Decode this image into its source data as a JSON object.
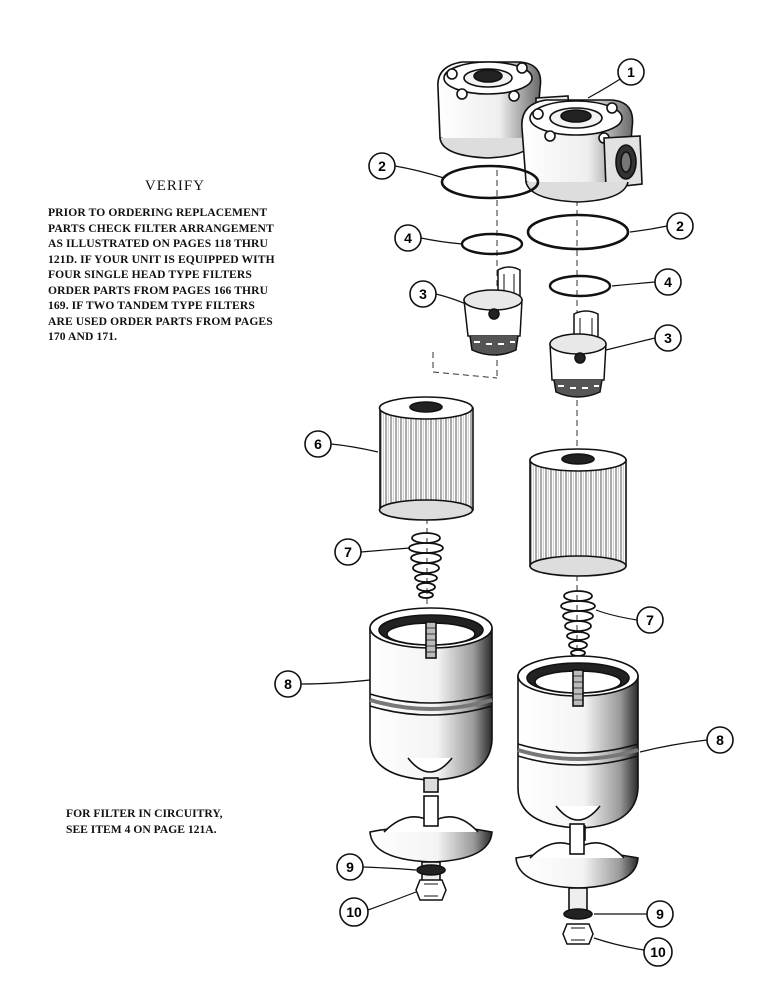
{
  "verify": {
    "title": "VERIFY",
    "lines": [
      "PRIOR TO ORDERING REPLACEMENT",
      "PARTS CHECK FILTER ARRANGEMENT",
      "AS ILLUSTRATED ON PAGES 118 THRU",
      "121D. IF YOUR UNIT IS EQUIPPED WITH",
      "FOUR SINGLE HEAD TYPE FILTERS",
      "ORDER PARTS FROM PAGES 166 THRU",
      "169. IF TWO TANDEM TYPE FILTERS",
      "ARE USED ORDER PARTS FROM PAGES",
      "170 AND 171."
    ]
  },
  "note": {
    "lines": [
      "FOR FILTER IN CIRCUITRY,",
      "SEE ITEM 4 ON PAGE 121A."
    ]
  },
  "callouts": [
    "1",
    "2",
    "2",
    "4",
    "4",
    "3",
    "3",
    "6",
    "7",
    "7",
    "8",
    "8",
    "9",
    "9",
    "10",
    "10"
  ]
}
